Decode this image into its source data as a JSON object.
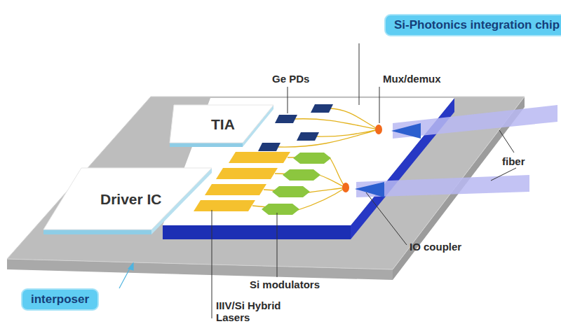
{
  "diagram": {
    "nodes": [
      {
        "text": [
          "Si-Photonics integration chip"
        ]
      },
      {
        "text": [
          "TIA"
        ]
      },
      {
        "text": [
          "Driver IC"
        ]
      },
      {
        "text": [
          "interposer"
        ]
      }
    ],
    "labels": [
      "Ge PDs",
      "Mux/demux",
      "fiber",
      "IO coupler",
      "Si modulators",
      "IIIV/Si Hybrid Lasers"
    ]
  }
}
